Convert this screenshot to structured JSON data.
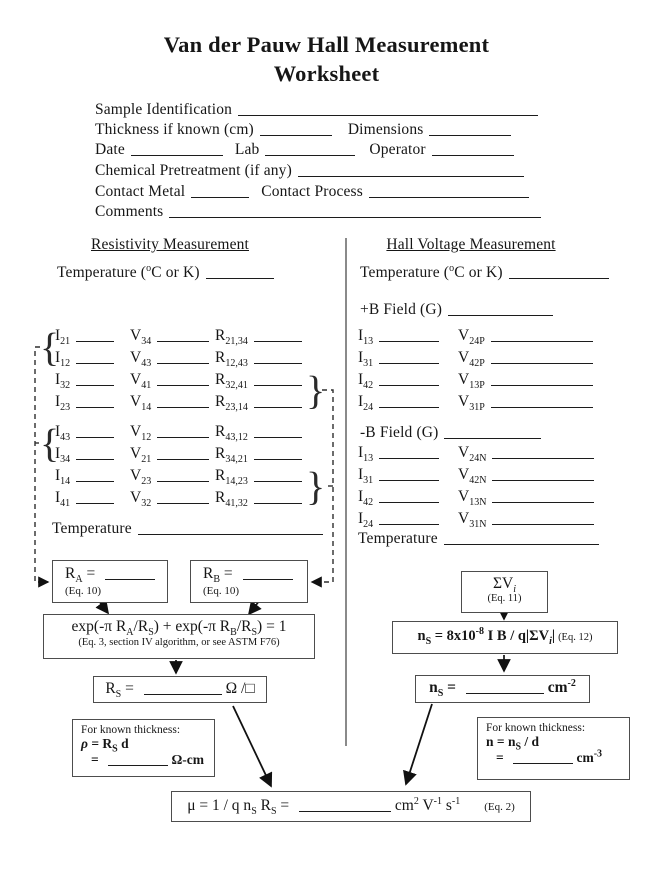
{
  "title": {
    "line1": "Van der Pauw Hall Measurement",
    "line2": "Worksheet"
  },
  "colors": {
    "ink": "#161616",
    "rule_line": "#1c1c1c",
    "box_border": "#4d4d4d"
  },
  "header_fields": {
    "sample_identification": "Sample Identification",
    "thickness": "Thickness if known (cm)",
    "dimensions": "Dimensions",
    "date": "Date",
    "lab": "Lab",
    "operator": "Operator",
    "pretreatment": "Chemical Pretreatment (if any)",
    "contact_metal": "Contact Metal",
    "contact_process": "Contact Process",
    "comments": "Comments"
  },
  "resistivity": {
    "heading": "Resistivity Measurement",
    "temperature_label": [
      {
        "t": "Temperature ("
      },
      {
        "sup": "o"
      },
      {
        "t": "C or K)"
      }
    ],
    "groups": [
      [
        {
          "i": "21",
          "v": "34",
          "r": "21,34"
        },
        {
          "i": "12",
          "v": "43",
          "r": "12,43"
        },
        {
          "i": "32",
          "v": "41",
          "r": "32,41"
        },
        {
          "i": "23",
          "v": "14",
          "r": "23,14"
        }
      ],
      [
        {
          "i": "43",
          "v": "12",
          "r": "43,12"
        },
        {
          "i": "34",
          "v": "21",
          "r": "34,21"
        },
        {
          "i": "14",
          "v": "23",
          "r": "14,23"
        },
        {
          "i": "41",
          "v": "32",
          "r": "41,32"
        }
      ]
    ],
    "temperature2_label": "Temperature"
  },
  "hall": {
    "heading": "Hall Voltage Measurement",
    "temperature_label": [
      {
        "t": "Temperature ("
      },
      {
        "sup": "o"
      },
      {
        "t": "C or K)"
      }
    ],
    "plus_b_label": "+B Field (G)",
    "minus_b_label": "-B Field (G)",
    "plus_rows": [
      {
        "i": "13",
        "v": "24P"
      },
      {
        "i": "31",
        "v": "42P"
      },
      {
        "i": "42",
        "v": "13P"
      },
      {
        "i": "24",
        "v": "31P"
      }
    ],
    "minus_rows": [
      {
        "i": "13",
        "v": "24N"
      },
      {
        "i": "31",
        "v": "42N"
      },
      {
        "i": "42",
        "v": "13N"
      },
      {
        "i": "24",
        "v": "31N"
      }
    ],
    "temperature2_label": "Temperature"
  },
  "boxes": {
    "ra": {
      "formula": [
        {
          "t": "R"
        },
        {
          "sub": "A"
        },
        {
          "t": " = "
        },
        {
          "blank": 50
        }
      ],
      "eq": "(Eq. 10)"
    },
    "rb": {
      "formula": [
        {
          "t": "R"
        },
        {
          "sub": "B"
        },
        {
          "t": " = "
        },
        {
          "blank": 50
        }
      ],
      "eq": "(Eq. 10)"
    },
    "exp": {
      "formula": [
        {
          "t": "exp(-π R"
        },
        {
          "sub": "A"
        },
        {
          "t": "/R"
        },
        {
          "sub": "S"
        },
        {
          "t": ") + exp(-π R"
        },
        {
          "sub": "B"
        },
        {
          "t": "/R"
        },
        {
          "sub": "S"
        },
        {
          "t": ") = 1"
        }
      ],
      "note": "(Eq. 3, section IV algorithm, or see ASTM F76)"
    },
    "rs": {
      "formula": [
        {
          "t": "R"
        },
        {
          "sub": "S"
        },
        {
          "t": " = "
        },
        {
          "blank": 78
        },
        {
          "t": " Ω /□"
        }
      ]
    },
    "rho": {
      "title": "For known thickness:",
      "line2": [
        {
          "i": "ρ"
        },
        {
          "t": " = R"
        },
        {
          "sub": "S"
        },
        {
          "t": " d"
        }
      ],
      "line3": [
        {
          "t": "= "
        },
        {
          "blank": 60
        },
        {
          "t": " Ω-cm"
        }
      ]
    },
    "sigma": {
      "formula": [
        {
          "t": "ΣV"
        },
        {
          "subi": "i"
        }
      ],
      "eq": "(Eq. 11)"
    },
    "ns_eq": {
      "formula": [
        {
          "t": "n"
        },
        {
          "sub": "S"
        },
        {
          "t": " = 8x10"
        },
        {
          "sup": "-8"
        },
        {
          "t": " I B / q|ΣV"
        },
        {
          "subi": "i"
        },
        {
          "t": "|"
        }
      ],
      "eq": "(Eq. 12)"
    },
    "ns": {
      "formula": [
        {
          "t": "n"
        },
        {
          "sub": "S"
        },
        {
          "t": " = "
        },
        {
          "blank": 78
        },
        {
          "t": " cm"
        },
        {
          "sup": "-2"
        }
      ]
    },
    "n_thickness": {
      "title": "For known thickness:",
      "line2": [
        {
          "t": "n = n"
        },
        {
          "sub": "S"
        },
        {
          "t": " / d"
        }
      ],
      "line3": [
        {
          "t": "= "
        },
        {
          "blank": 60
        },
        {
          "t": " cm"
        },
        {
          "sup": "-3"
        }
      ]
    },
    "mu": {
      "formula": [
        {
          "t": "μ = 1 / q n"
        },
        {
          "sub": "S"
        },
        {
          "t": " R"
        },
        {
          "sub": "S"
        },
        {
          "t": " = "
        },
        {
          "blank": 92
        },
        {
          "t": " cm"
        },
        {
          "sup": "2"
        },
        {
          "t": " V"
        },
        {
          "sup": "-1"
        },
        {
          "t": " s"
        },
        {
          "sup": "-1"
        }
      ],
      "eq": "(Eq. 2)"
    }
  }
}
